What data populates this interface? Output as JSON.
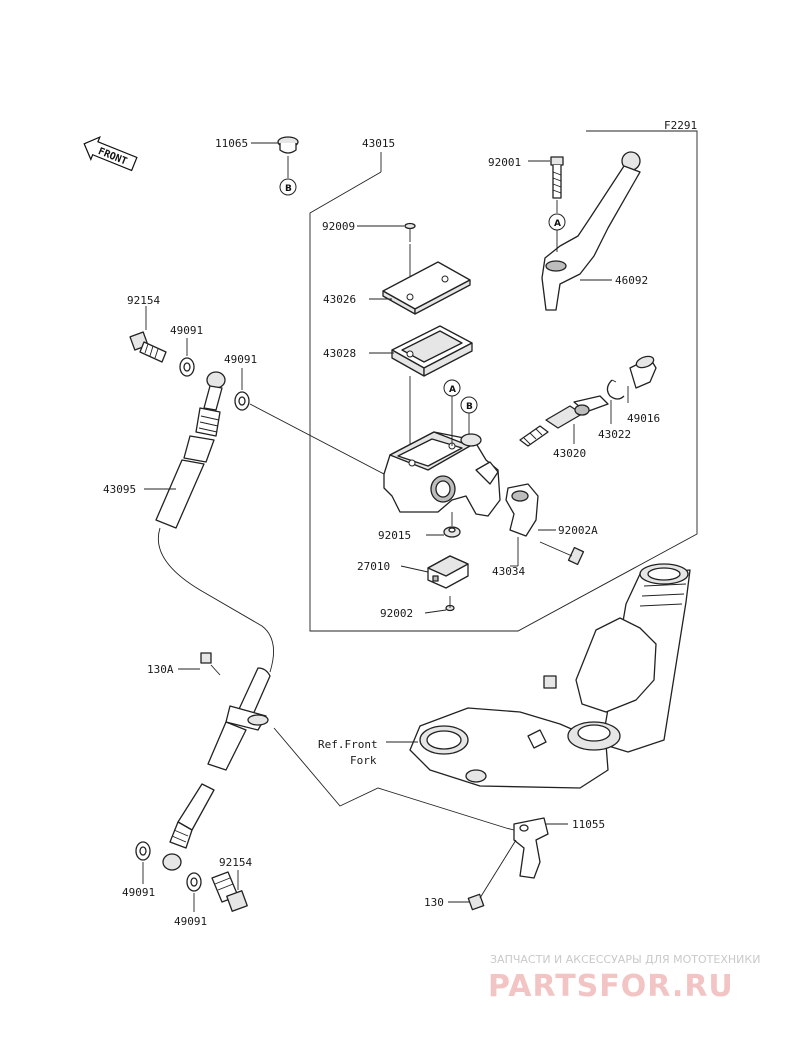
{
  "figure_code": "F2291",
  "front_label": "FRONT",
  "circle_markers": [
    "A",
    "B"
  ],
  "labels": {
    "p11065": "11065",
    "p43015": "43015",
    "p92001": "92001",
    "p92009": "92009",
    "p43026": "43026",
    "p43028": "43028",
    "p46092": "46092",
    "p92154_top": "92154",
    "p49091_a": "49091",
    "p49091_b": "49091",
    "p43095": "43095",
    "p49016": "49016",
    "p43022": "43022",
    "p43020": "43020",
    "p92015": "92015",
    "p92002A": "92002A",
    "p27010": "27010",
    "p43034": "43034",
    "p92002": "92002",
    "p130A": "130A",
    "p11055": "11055",
    "p130": "130",
    "p49091_c": "49091",
    "p49091_d": "49091",
    "p92154_bot": "92154"
  },
  "ref_note": {
    "line1": "Ref.Front",
    "line2": "Fork"
  },
  "watermark": {
    "caption": "ЗАПЧАСТИ И АКСЕССУАРЫ ДЛЯ МОТОТЕХНИКИ",
    "brand": "PARTSFOR.RU"
  }
}
